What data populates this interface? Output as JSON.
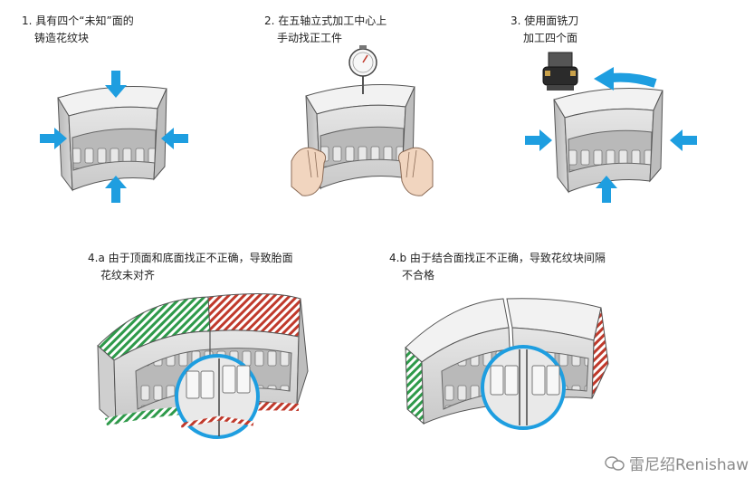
{
  "steps": [
    {
      "line1": "1. 具有四个“未知”面的",
      "line2": "铸造花纹块"
    },
    {
      "line1": "2. 在五轴立式加工中心上",
      "line2": "手动找正工件"
    },
    {
      "line1": "3. 使用面铣刀",
      "line2": "加工四个面"
    },
    {
      "line1": "4.a 由于顶面和底面找正不正确，导致胎面",
      "line2": "花纹未对齐"
    },
    {
      "line1": "4.b 由于结合面找正不正确，导致花纹块间隔",
      "line2": "不合格"
    }
  ],
  "watermark": "雷尼绍Renishaw",
  "colors": {
    "arrow": "#1e9ee0",
    "error_red": "#c0392b",
    "error_green": "#2e9a4a",
    "block_face": "#d6d6d6",
    "tread": "#a9a9a9"
  }
}
